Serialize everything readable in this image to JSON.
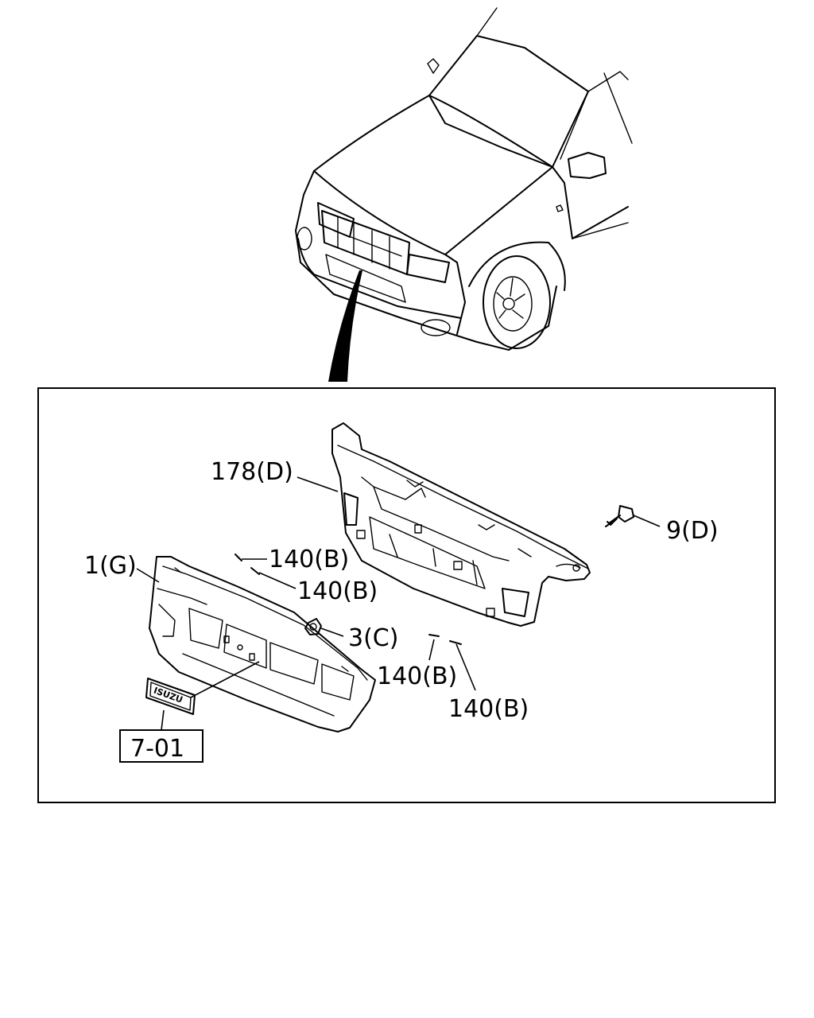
{
  "labels": {
    "bracket": "178(D)",
    "screw": "9(D)",
    "clip_a": "140(B)",
    "clip_b": "140(B)",
    "grille": "1(G)",
    "emblem_nut": "3(C)",
    "clip_c": "140(B)",
    "clip_d": "140(B)",
    "ref_box": "7-01"
  },
  "emblem_text": "ISUZU"
}
